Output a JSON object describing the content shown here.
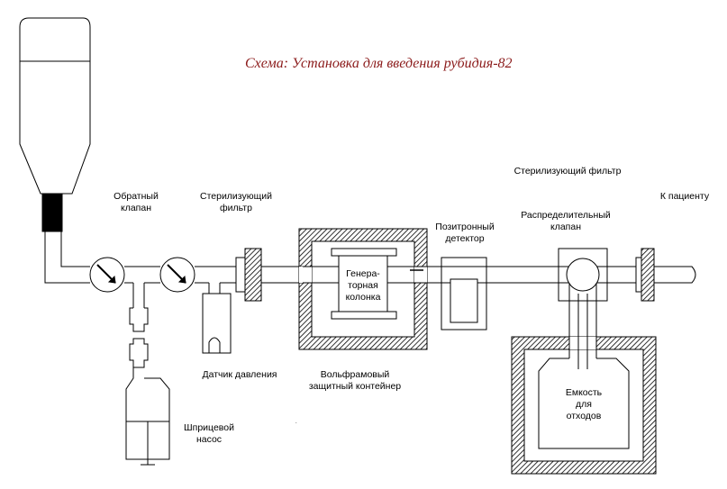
{
  "title": "Схема:  Установка для введения рубидия-82",
  "labels": {
    "check_valve": [
      "Обратный",
      "клапан"
    ],
    "sterile_filter_1": [
      "Стерилизующий",
      "фильтр"
    ],
    "sterile_filter_2": "Стерилизующий фильтр",
    "to_patient": "К пациенту",
    "positron_detector": [
      "Позитронный",
      "детектор"
    ],
    "distribution_valve": [
      "Распределительный",
      "клапан"
    ],
    "generator_column": [
      "Генера-",
      "торная",
      "колонка"
    ],
    "pressure_sensor": "Датчик давления",
    "tungsten_container": [
      "Вольфрамовый",
      "защитный контейнер"
    ],
    "waste_container": [
      "Емкость",
      "для",
      "отходов"
    ],
    "syringe_pump": [
      "Шприцевой",
      "насос"
    ]
  }
}
